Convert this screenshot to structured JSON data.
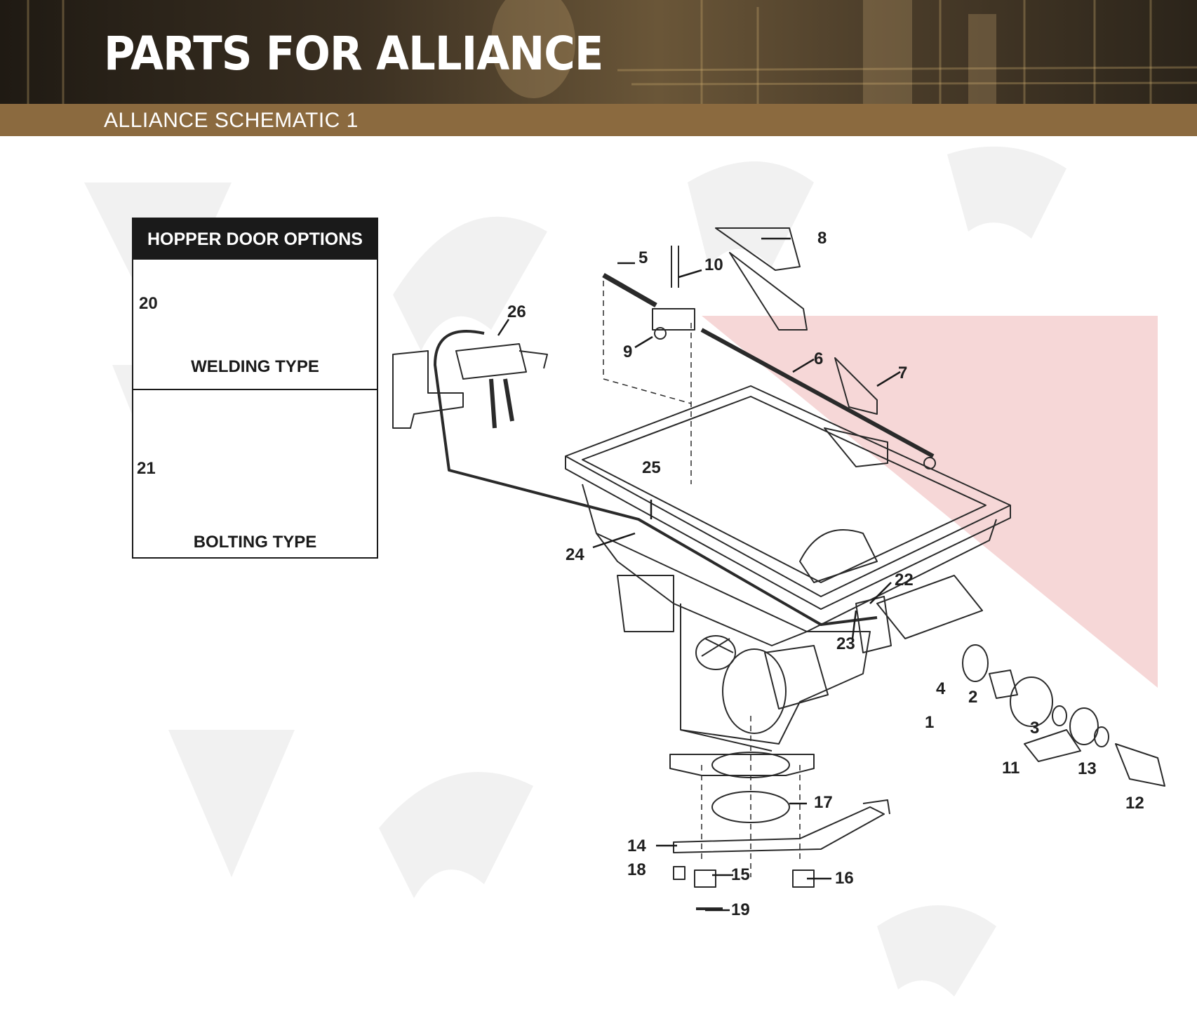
{
  "header": {
    "title": "PARTS FOR ALLIANCE",
    "subtitle": "ALLIANCE SCHEMATIC 1"
  },
  "hopper_door_options": {
    "heading": "HOPPER DOOR OPTIONS",
    "welding_label": "WELDING TYPE",
    "bolting_label": "BOLTING TYPE"
  },
  "callouts": {
    "c1": "1",
    "c2": "2",
    "c3": "3",
    "c4": "4",
    "c5": "5",
    "c6": "6",
    "c7": "7",
    "c8": "8",
    "c9": "9",
    "c10": "10",
    "c11": "11",
    "c12": "12",
    "c13": "13",
    "c14": "14",
    "c15": "15",
    "c16": "16",
    "c17": "17",
    "c18": "18",
    "c19": "19",
    "c20": "20",
    "c21": "21",
    "c22": "22",
    "c23": "23",
    "c24": "24",
    "c25": "25",
    "c26": "26"
  },
  "colors": {
    "banner_accent": "#8b6a3f",
    "header_dark": "#1a1a1a",
    "watermark_red": "#f3c9c9",
    "line_art": "#2a2a2a"
  }
}
